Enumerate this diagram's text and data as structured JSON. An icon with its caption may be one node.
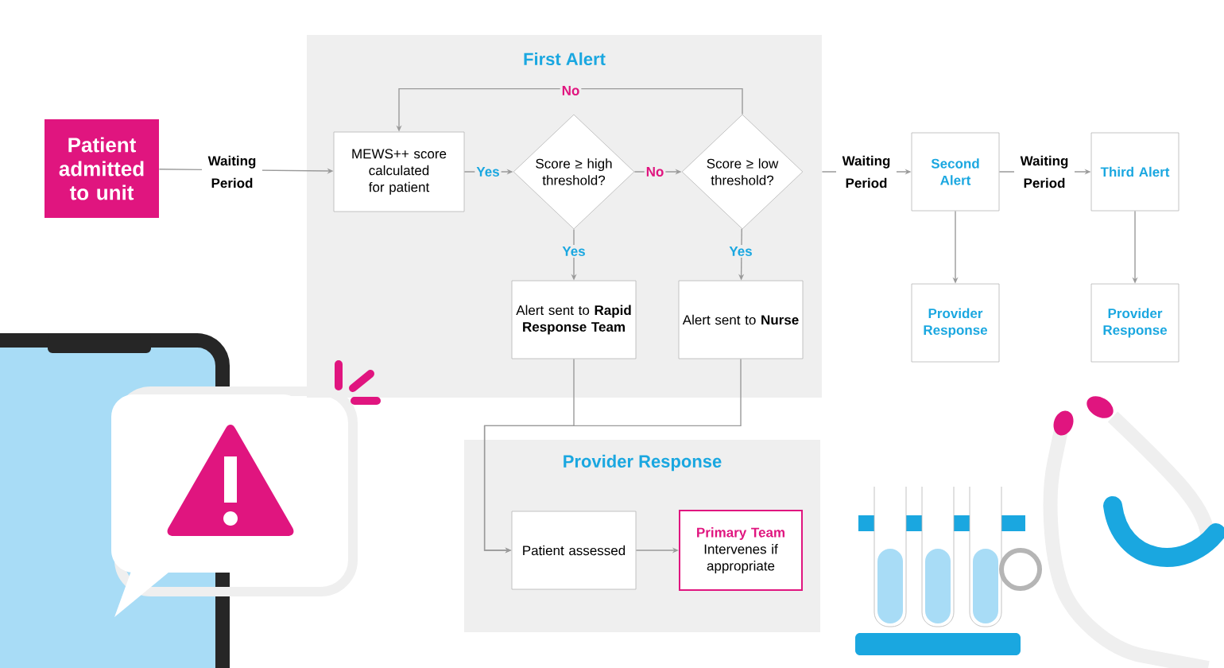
{
  "diagram": {
    "nodes": [
      {
        "text": [
          "First Alert"
        ]
      },
      {
        "text": [
          "Patient admitted to unit"
        ]
      },
      {
        "text": [
          "MEWS++ score calculated for patient"
        ],
        "in": 0
      },
      {
        "text": [
          "Score ≥ high threshold?"
        ],
        "in": 0
      },
      {
        "text": [
          "Score ≥ low threshold?"
        ],
        "in": 0
      },
      {
        "text": [
          "Alert sent to **Rapid Response Team**"
        ],
        "in": 0
      },
      {
        "text": [
          "Alert sent to **Nurse**"
        ],
        "in": 0
      },
      {
        "text": [
          "Second Alert"
        ]
      },
      {
        "text": [
          "Provider Response"
        ]
      },
      {
        "text": [
          "Third Alert"
        ]
      },
      {
        "text": [
          "Provider Response"
        ]
      },
      {
        "text": [
          "Provider Response"
        ]
      },
      {
        "text": [
          "Patient assessed"
        ],
        "in": 11
      },
      {
        "text": [
          "Primary Team",
          "Intervenes if appropriate"
        ],
        "in": 11
      }
    ],
    "edges": [
      {
        "from": 1,
        "to": 2,
        "arrow": "to",
        "label": "Waiting Period"
      },
      {
        "from": 2,
        "to": 3,
        "arrow": "to",
        "label": "Yes"
      },
      {
        "from": 3,
        "to": 4,
        "arrow": "to",
        "label": "No"
      },
      {
        "from": 4,
        "to": 2,
        "arrow": "to",
        "label": "No"
      },
      {
        "from": 3,
        "to": 5,
        "arrow": "to",
        "label": "Yes"
      },
      {
        "from": 4,
        "to": 6,
        "arrow": "to",
        "label": "Yes"
      },
      {
        "from": 0,
        "to": 7,
        "arrow": "to",
        "label": "Waiting Period"
      },
      {
        "from": 7,
        "to": 9,
        "arrow": "to",
        "label": "Waiting Period"
      },
      {
        "from": 7,
        "to": 8,
        "arrow": "to"
      },
      {
        "from": 9,
        "to": 10,
        "arrow": "to"
      },
      {
        "from": 5,
        "to": 12,
        "arrow": "to"
      },
      {
        "from": 6,
        "to": 12,
        "arrow": "to"
      },
      {
        "from": 12,
        "to": 13,
        "arrow": "to"
      }
    ]
  }
}
